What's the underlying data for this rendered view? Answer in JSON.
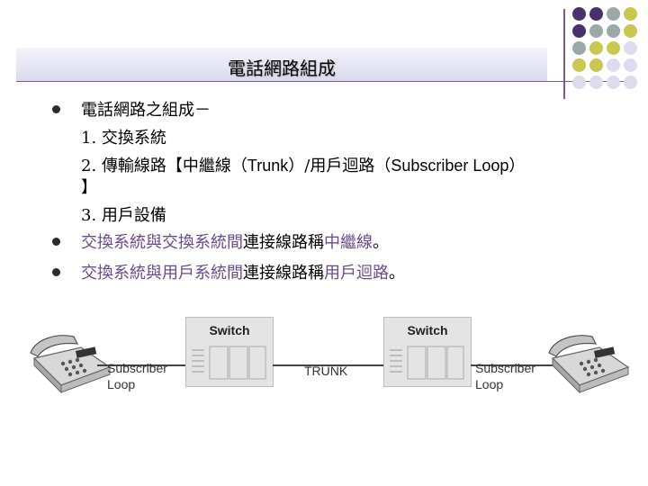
{
  "title": "電話網路組成",
  "decor_dots": [
    "#4a2f6e",
    "#4a2f6e",
    "#9aa8a8",
    "#c8c850",
    "#4a2f6e",
    "#9aa8a8",
    "#9aa8a8",
    "#c8c850",
    "#9aa8a8",
    "#c8c850",
    "#c8c850",
    "#dcdcee",
    "#c8c850",
    "#c8c850",
    "#dcdcee",
    "#dcdcee",
    "#dcdcee",
    "#dcdcee",
    "#dcdcee",
    "#dcdcee"
  ],
  "bullet1": {
    "intro": "電話網路之組成－",
    "item1": "1. 交換系統",
    "item2_prefix": "2. 傳輸線路【中繼線（",
    "trunk": "Trunk",
    "item2_mid": "）/用戶迴路（",
    "subscriber_loop": "Subscriber Loop",
    "item2_suffix": "）",
    "item2_close": "】",
    "item3": "3. 用戶設備"
  },
  "bullet2": {
    "a": "交換系統與交換系統間",
    "b": "連接線路稱",
    "c": "中繼線",
    "d": "。"
  },
  "bullet3": {
    "a": "交換系統與用戶系統間",
    "b": "連接線路稱",
    "c": "用戶迴路",
    "d": "。"
  },
  "diagram": {
    "switch_left": "Switch",
    "switch_right": "Switch",
    "left_label_1": "Subscriber",
    "left_label_2": "Loop",
    "trunk_label": "TRUNK",
    "right_label_1": "Subscriber",
    "right_label_2": "Loop"
  }
}
